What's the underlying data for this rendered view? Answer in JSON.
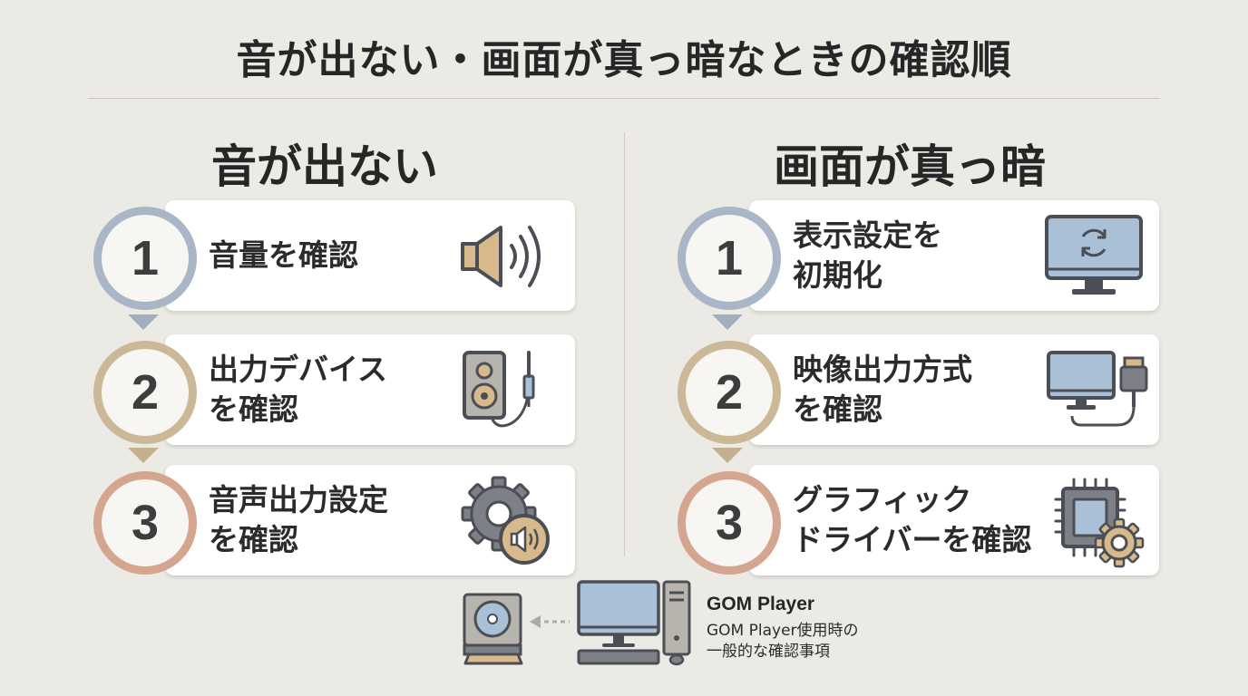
{
  "title": "音が出ない・画面が真っ暗なときの確認順",
  "sections": [
    {
      "heading": "音が出ない",
      "steps": [
        {
          "number": "1",
          "text": "音量を確認",
          "icon": "speaker-icon"
        },
        {
          "number": "2",
          "text": "出力デバイス\nを確認",
          "icon": "speaker-cable-icon"
        },
        {
          "number": "3",
          "text": "音声出力設定\nを確認",
          "icon": "gear-sound-icon"
        }
      ]
    },
    {
      "heading": "画面が真っ暗",
      "steps": [
        {
          "number": "1",
          "text": "表示設定を\n初期化",
          "icon": "monitor-reset-icon"
        },
        {
          "number": "2",
          "text": "映像出力方式\nを確認",
          "icon": "monitor-hdmi-icon"
        },
        {
          "number": "3",
          "text": "グラフィック\nドライバーを確認",
          "icon": "chip-gear-icon"
        }
      ]
    }
  ],
  "footer": {
    "label": "GOM Player",
    "description": "GOM Player使用時の\n一般的な確認事項",
    "icons": [
      "disc-drive-icon",
      "desktop-pc-icon"
    ]
  },
  "colors": {
    "background": "#ebeae5",
    "step1_ring": "#a8b6c6",
    "step2_ring": "#cbb896",
    "step3_ring": "#d4a690",
    "icon_blue": "#a9c0d6",
    "icon_tan": "#d8b98c",
    "icon_dark": "#4b4f55"
  }
}
